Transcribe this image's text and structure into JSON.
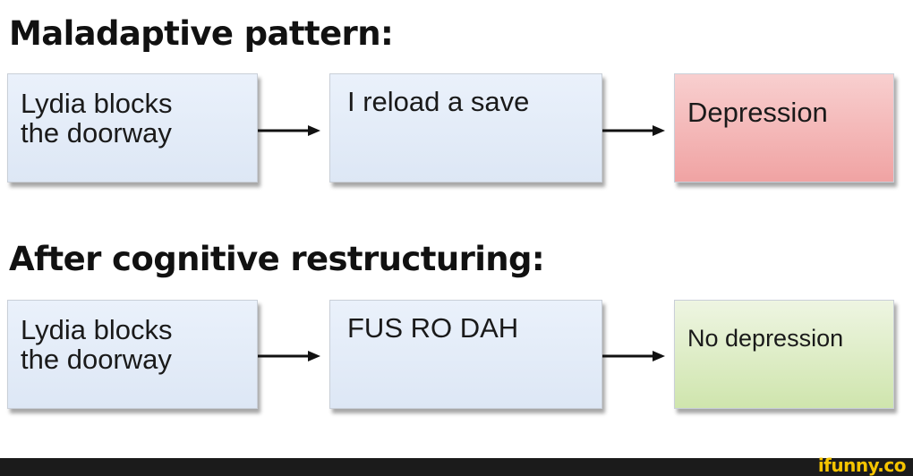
{
  "headings": {
    "top": "Maladaptive pattern:",
    "bottom": "After cognitive restructuring:"
  },
  "row1": {
    "trigger": [
      "Lydia blocks",
      "the doorway"
    ],
    "action": "I reload a save",
    "outcome": "Depression"
  },
  "row2": {
    "trigger": [
      "Lydia blocks",
      "the doorway"
    ],
    "action": "FUS RO DAH",
    "outcome": "No depression"
  },
  "watermark": "ifunny.co",
  "colors": {
    "box_blue": "#e3ecf8",
    "box_red": "#f4b6b6",
    "box_green": "#deedc6",
    "arrow": "#111111",
    "footer": "#1b1b1b",
    "brand": "#f5c400"
  }
}
